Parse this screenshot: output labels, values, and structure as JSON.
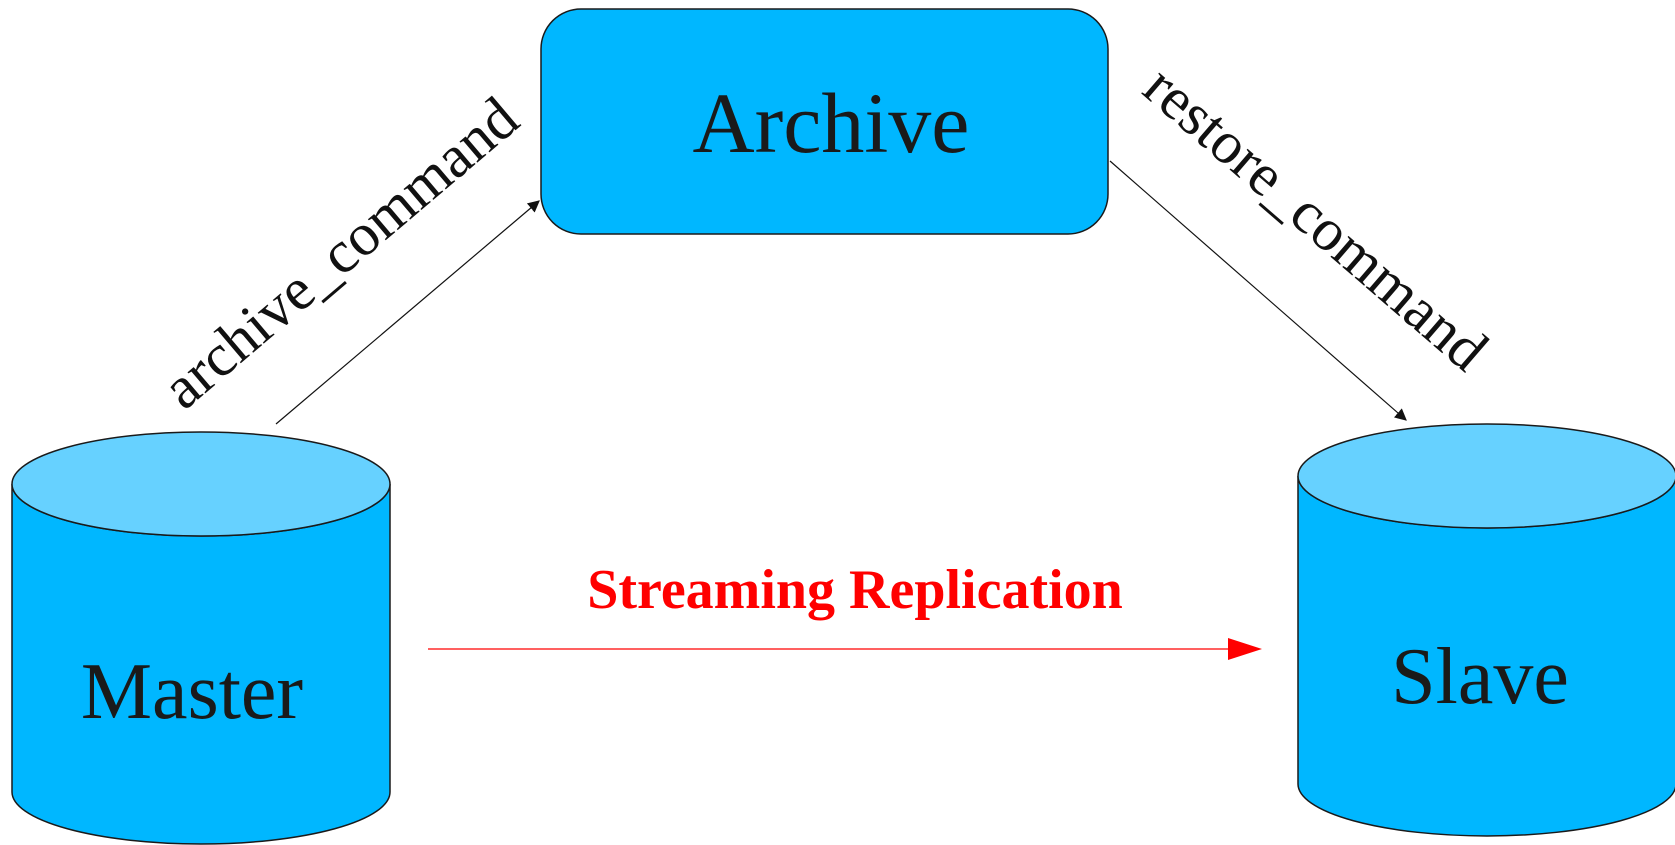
{
  "nodes": {
    "archive": {
      "label": "Archive"
    },
    "master": {
      "label": "Master"
    },
    "slave": {
      "label": "Slave"
    }
  },
  "edges": {
    "archive_command": {
      "label": "archive_command"
    },
    "restore_command": {
      "label": "restore_command"
    },
    "streaming_replication": {
      "label": "Streaming Replication"
    }
  },
  "colors": {
    "node_fill": "#00B7FF",
    "cylinder_top_fill": "#66D1FF",
    "outline": "#1a1a1a",
    "streaming_color": "#FF0000",
    "edge_color": "#111111"
  }
}
